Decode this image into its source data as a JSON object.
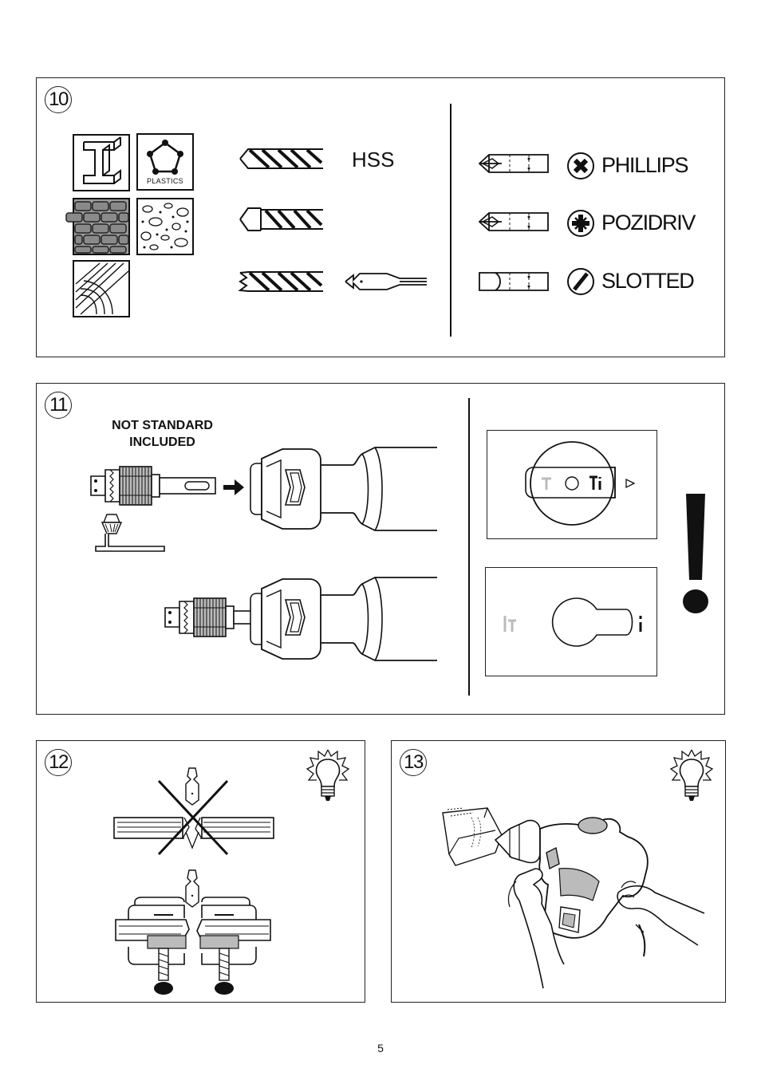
{
  "page_number": "5",
  "panel10": {
    "number": "10",
    "material_icons": [
      "steel-icon",
      "plastics-icon",
      "brick-icon",
      "concrete-icon",
      "wood-icon"
    ],
    "plastics_label": "PLASTICS",
    "hss_label": "HSS",
    "bits": [
      {
        "label": "PHILLIPS",
        "icon": "phillips-icon"
      },
      {
        "label": "POZIDRIV",
        "icon": "pozidriv-icon"
      },
      {
        "label": "SLOTTED",
        "icon": "slotted-icon"
      }
    ]
  },
  "panel11": {
    "number": "11",
    "note_line1": "NOT STANDARD",
    "note_line2": "INCLUDED"
  },
  "panel12": {
    "number": "12"
  },
  "panel13": {
    "number": "13"
  }
}
